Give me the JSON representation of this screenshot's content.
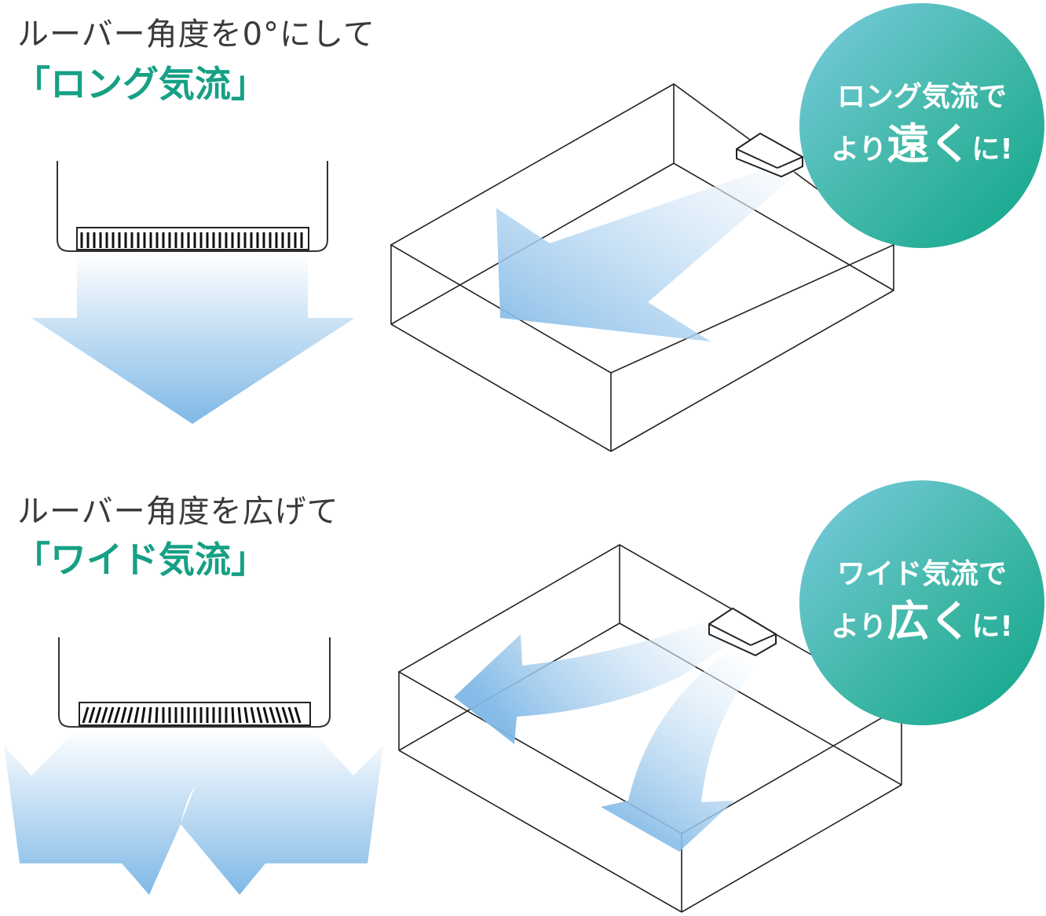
{
  "sections": [
    {
      "caption": "ルーバー角度を0°にして",
      "mode_title": "「ロング気流」",
      "badge": {
        "line1": "ロング気流で",
        "pre": "より",
        "emphasis": "遠く",
        "post": "に!"
      }
    },
    {
      "caption": "ルーバー角度を広げて",
      "mode_title": "「ワイド気流」",
      "badge": {
        "line1": "ワイド気流で",
        "pre": "より",
        "emphasis": "広く",
        "post": "に!"
      }
    }
  ],
  "colors": {
    "title_green": "#16a085",
    "badge_gradient": [
      "#7ccbe0",
      "#0fa58a"
    ],
    "airflow_blue": "#7fb8e6",
    "line": "#333333"
  }
}
